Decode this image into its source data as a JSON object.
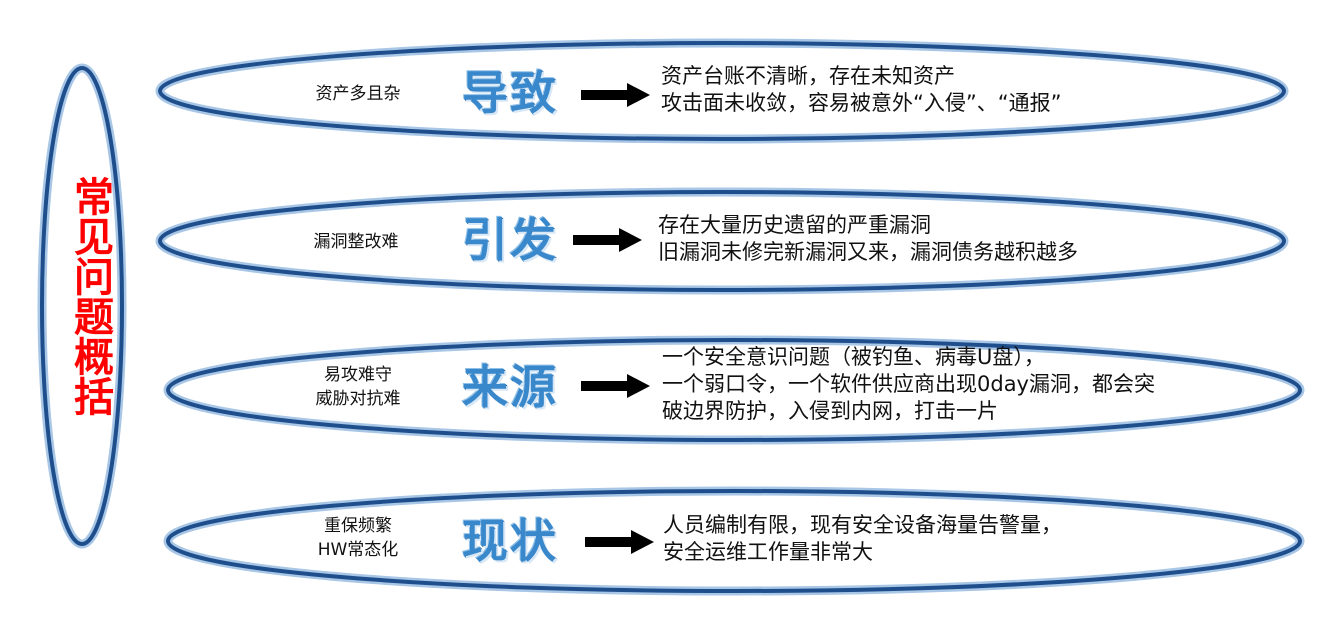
{
  "side_title": "常见问题概括",
  "rows": [
    {
      "cause": [
        "资产多且杂"
      ],
      "keyword": "导致",
      "result": [
        "资产台账不清晰，存在未知资产",
        "攻击面未收敛，容易被意外“入侵”、“通报”"
      ]
    },
    {
      "cause": [
        "漏洞整改难"
      ],
      "keyword": "引发",
      "result": [
        "存在大量历史遗留的严重漏洞",
        "旧漏洞未修完新漏洞又来，漏洞债务越积越多"
      ]
    },
    {
      "cause": [
        "易攻难守",
        "威胁对抗难"
      ],
      "keyword": "来源",
      "result": [
        "一个安全意识问题（被钓鱼、病毒U盘），",
        "一个弱口令，一个软件供应商出现0day漏洞，都会突",
        "破边界防护，入侵到内网，打击一片"
      ]
    },
    {
      "cause": [
        "重保频繁",
        "HW常态化"
      ],
      "keyword": "现状",
      "result": [
        "人员编制有限，现有安全设备海量告警量，",
        "安全运维工作量非常大"
      ]
    }
  ],
  "colors": {
    "ellipse_stroke": "#1f4e8c",
    "ellipse_glow": "#a8c6e6",
    "keyword": "#3a88cc",
    "side_title": "#ff0000",
    "arrow": "#000000"
  }
}
